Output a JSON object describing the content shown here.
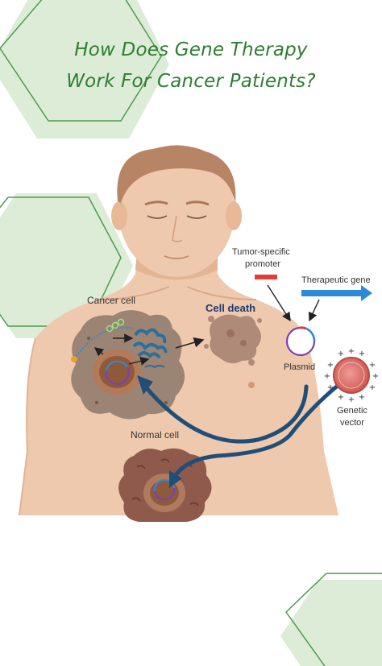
{
  "header": {
    "title_line1": "How Does Gene Therapy",
    "title_line2": "Work For Cancer Patients?"
  },
  "diagram": {
    "cancer_cell_label": "Cancer cell",
    "cell_death_label": "Cell death",
    "normal_cell_label": "Normal cell",
    "promoter_label_line1": "Tumor-specific",
    "promoter_label_line2": "promoter",
    "therapeutic_gene_label": "Therapeutic gene",
    "plasmid_label": "Plasmid",
    "vector_label_line1": "Genetic",
    "vector_label_line2": "vector"
  },
  "colors": {
    "title_green": "#2e7d32",
    "hexagon_fill": "#d9ead3",
    "hexagon_stroke": "#4f9a4f",
    "skin": "#efc9ad",
    "cancer_cell": "#9b8474",
    "cell_death": "#b08a78",
    "normal_cell": "#8f5a4b",
    "arrow_blue": "#1f4e79",
    "gene_blue": "#2e8ad8",
    "promoter_red": "#e53935",
    "vector_red": "#d9686a",
    "cell_death_label_color": "#1e3a6e"
  }
}
